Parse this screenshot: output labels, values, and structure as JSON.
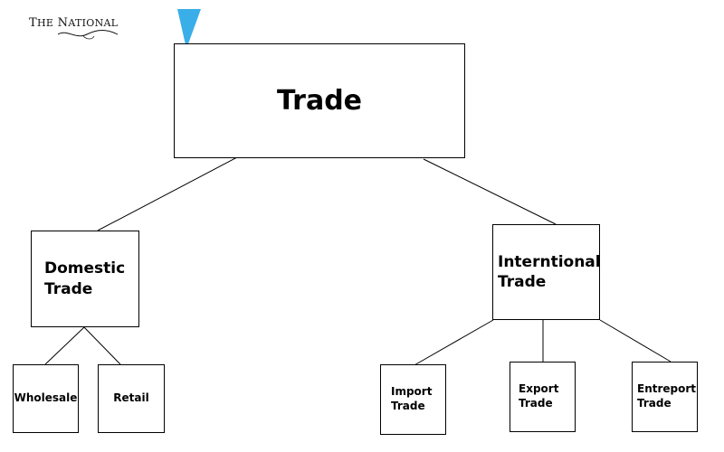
{
  "logo": {
    "text": "The National"
  },
  "root": {
    "label": "Trade"
  },
  "domestic": {
    "label": "Domestic Trade",
    "children": {
      "wholesale": "Wholesale",
      "retail": "Retail"
    }
  },
  "international": {
    "label": "Interntional Trade",
    "children": {
      "import": "Import Trade",
      "export": "Export Trade",
      "entreport": "Entreport Trade"
    }
  },
  "colors": {
    "logo_accent": "#3aaee8",
    "line": "#000000"
  }
}
